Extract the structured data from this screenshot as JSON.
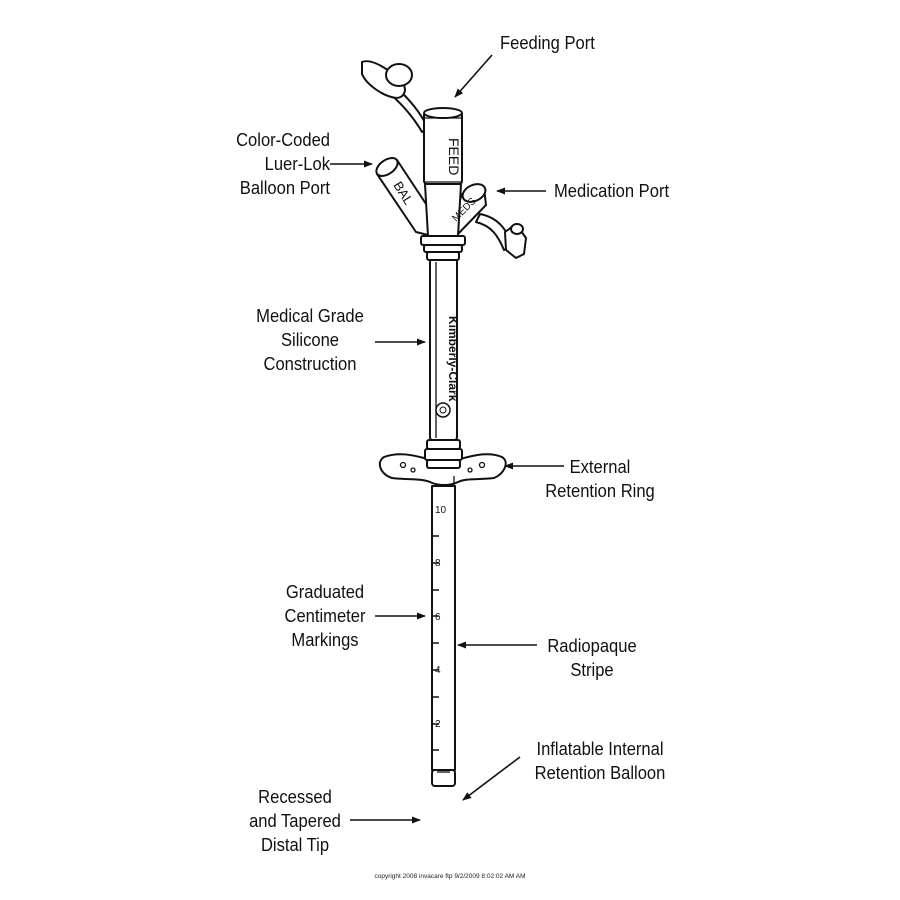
{
  "labels": {
    "feeding_port": "Feeding Port",
    "luer_lok": [
      "Color-Coded",
      "Luer-Lok",
      "Balloon Port"
    ],
    "medication_port": "Medication Port",
    "silicone": [
      "Medical Grade",
      "Silicone",
      "Construction"
    ],
    "external_ring": [
      "External",
      "Retention Ring"
    ],
    "graduated": [
      "Graduated",
      "Centimeter",
      "Markings"
    ],
    "radiopaque": [
      "Radiopaque",
      "Stripe"
    ],
    "internal_balloon": [
      "Inflatable Internal",
      "Retention Balloon"
    ],
    "distal_tip": [
      "Recessed",
      "and Tapered",
      "Distal Tip"
    ]
  },
  "device_text": {
    "feed": "FEED",
    "bal": "BAL",
    "meds": "MEDS",
    "brand": "Kimberly-Clark"
  },
  "scale_numbers": [
    "10",
    "8",
    "6",
    "4",
    "2"
  ],
  "copyright": "copyright 2008 invacare ftp 9/2/2009 8:02:02 AM AM",
  "colors": {
    "line": "#111111",
    "background": "#ffffff"
  }
}
